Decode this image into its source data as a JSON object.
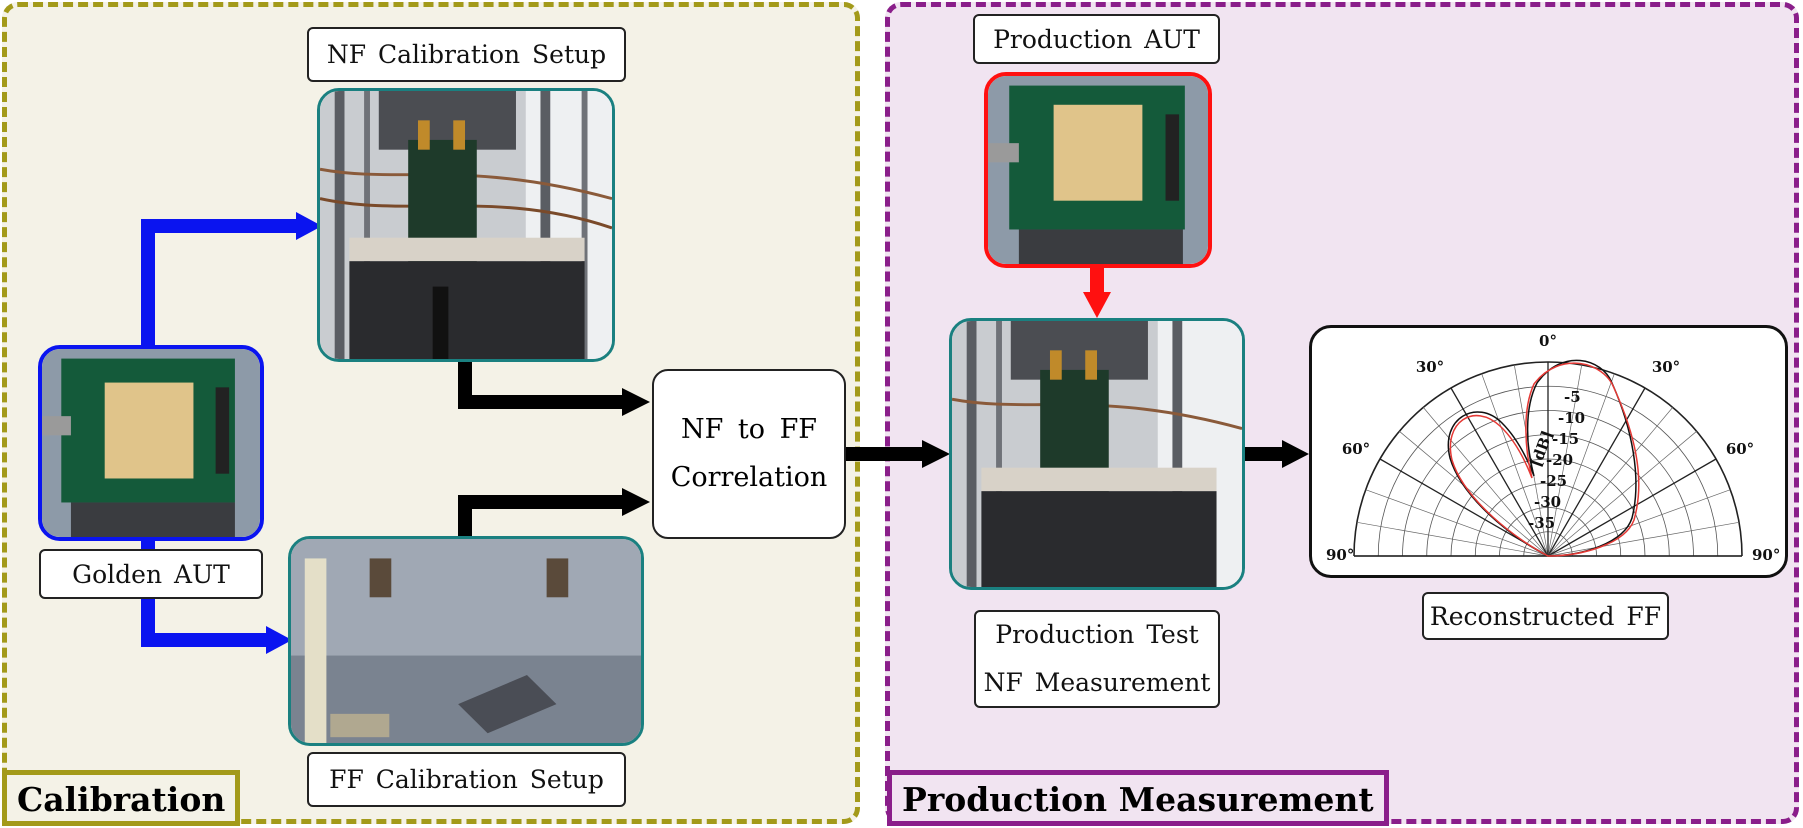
{
  "sections": {
    "calibration": "Calibration",
    "production": "Production Measurement"
  },
  "labels": {
    "nf_setup": "NF Calibration Setup",
    "ff_setup": "FF Calibration Setup",
    "golden_aut": "Golden AUT",
    "production_aut": "Production AUT",
    "correlation_line1": "NF to FF",
    "correlation_line2": "Correlation",
    "prod_test_line1": "Production Test",
    "prod_test_line2": "NF Measurement",
    "reconstructed": "Reconstructed FF"
  },
  "polar_plot": {
    "angle_labels": [
      "0°",
      "30°",
      "30°",
      "60°",
      "60°",
      "90°",
      "90°"
    ],
    "radial_labels": [
      "-5",
      "-10",
      "-15",
      "-20",
      "-25",
      "-30",
      "-35"
    ],
    "unit": "[dB]"
  },
  "colors": {
    "calibration_accent": "#a39a1a",
    "production_accent": "#8a1e8a",
    "golden_path": "#0a14f0",
    "production_path": "#ff1010",
    "flow": "#000000",
    "photo_border": "#1a8080"
  }
}
